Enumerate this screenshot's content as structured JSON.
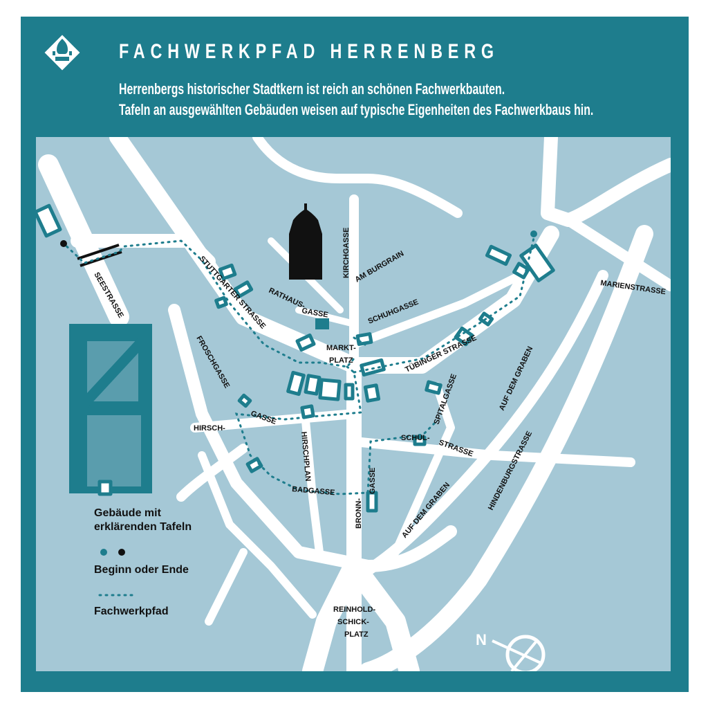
{
  "header": {
    "title": "FACHWERKPFAD HERRENBERG",
    "intro_line1": "Herrenbergs historischer Stadtkern ist reich an schönen Fachwerkbauten.",
    "intro_line2": "Tafeln an ausgewählten Gebäuden weisen auf typische Eigenheiten des Fachwerkbaus hin."
  },
  "map": {
    "streets": {
      "seestrasse": "SEESTRASSE",
      "stuttgarter": "STUTTGARTER STRASSE",
      "froschgasse": "FROSCHGASSE",
      "hirsch": "HIRSCH-",
      "gasse": "GASSE",
      "hirschplan": "HIRSCHPLAN",
      "badgasse": "BADGASSE",
      "bronn": "BRONN-",
      "bronn_gasse": "GASSE",
      "rathaus": "RATHAUS-",
      "rathaus_gasse": "GASSE",
      "kirchgasse": "KIRCHGASSE",
      "am_burgrain": "AM BURGRAIN",
      "schuhgasse": "SCHUHGASSE",
      "markt": "MARKT-",
      "platz": "PLATZ",
      "tuebinger": "TÜBINGER STRASSE",
      "spitalgasse": "SPITALGASSE",
      "schul": "SCHUL-",
      "schul_strasse": "STRASSE",
      "auf_dem_graben_1": "AUF DEM GRABEN",
      "auf_dem_graben_2": "AUF DEM GRABEN",
      "hindenburgstrasse": "HINDENBURGSTRASSE",
      "marienstrasse": "MARIENSTRASSE",
      "reinhold_1": "REINHOLD-",
      "reinhold_2": "SCHICK-",
      "reinhold_3": "PLATZ"
    },
    "legend": {
      "buildings_1": "Gebäude mit",
      "buildings_2": "erklärenden Tafeln",
      "start_end": "Beginn oder Ende",
      "path": "Fachwerkpfad"
    },
    "compass_label": "N",
    "colors": {
      "frame": "#1e7d8d",
      "map_bg": "#a5c8d6",
      "street": "#ffffff",
      "building": "#1e7d8d",
      "path": "#1e7d8d",
      "parking": "#1e7d8d"
    }
  }
}
